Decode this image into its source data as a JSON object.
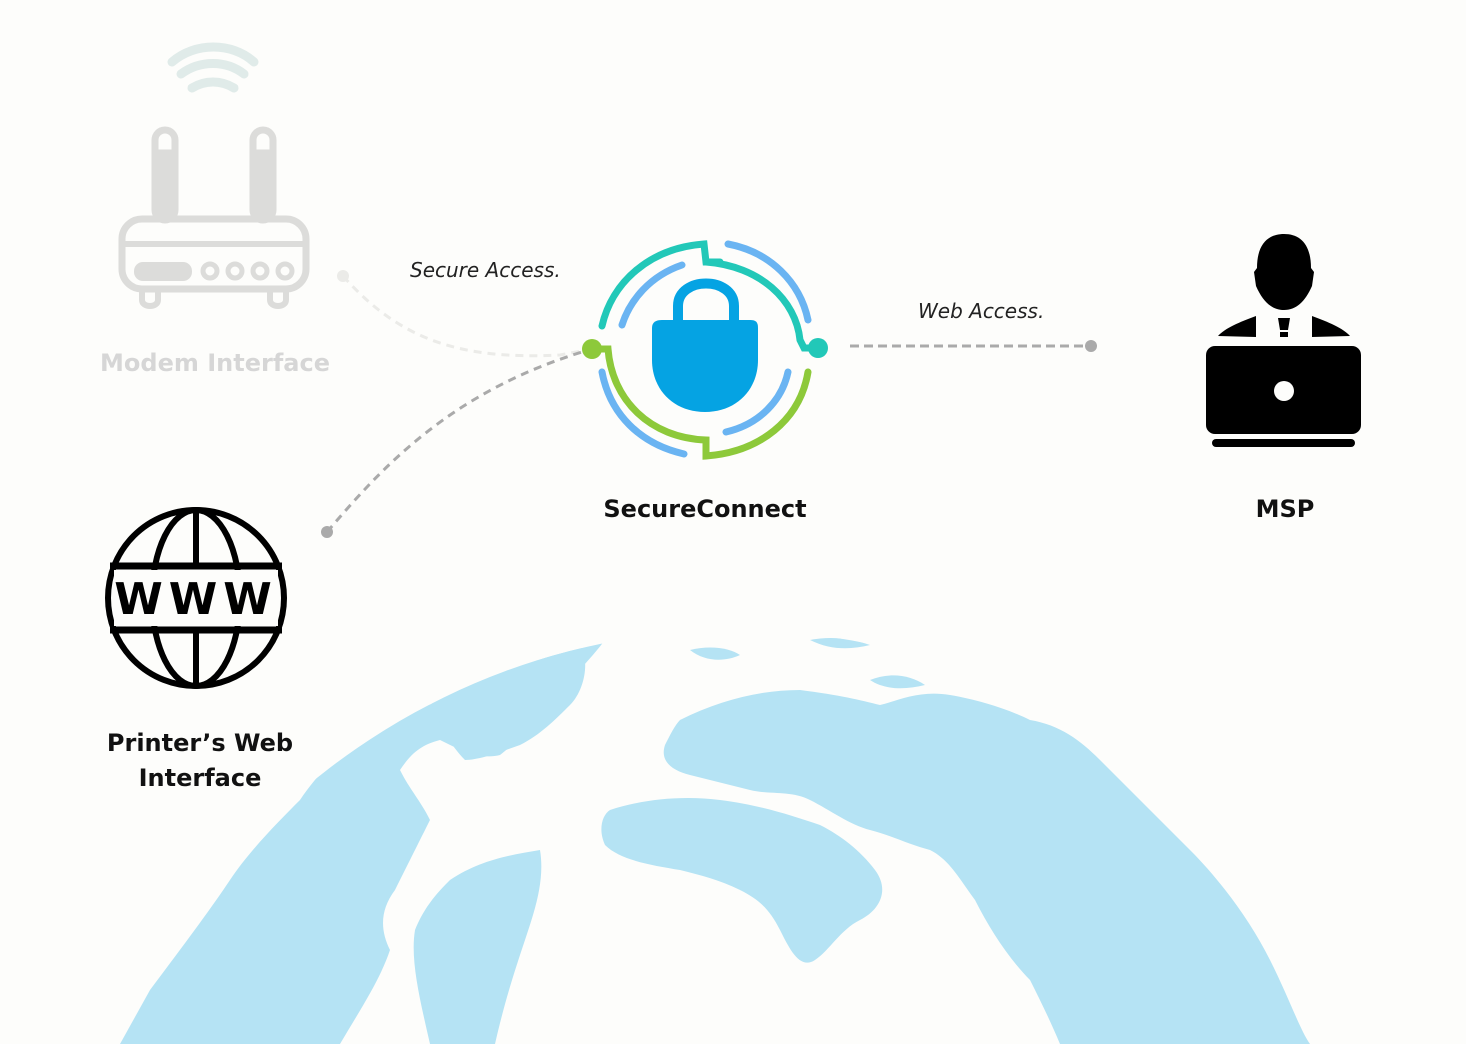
{
  "nodes": {
    "modem": {
      "label": "Modem Interface",
      "icon": "router-wifi-icon",
      "color": "#d6d6d6"
    },
    "secureconnect": {
      "label": "SecureConnect",
      "icon": "lock-circuit-icon"
    },
    "msp": {
      "label": "MSP",
      "icon": "person-laptop-icon"
    },
    "printer": {
      "label": "Printer’s Web Interface",
      "label_line1": "Printer’s Web",
      "label_line2": "Interface",
      "icon": "www-globe-icon"
    }
  },
  "edges": {
    "secure_access": {
      "label": "Secure Access.",
      "from": "modem / printer",
      "to": "secureconnect"
    },
    "web_access": {
      "label": "Web Access.",
      "from": "secureconnect",
      "to": "msp"
    }
  },
  "colors": {
    "background": "#fdfdfb",
    "lock": "#05a3e3",
    "ring_teal": "#22c8b8",
    "ring_green": "#8dc93a",
    "ring_blue": "#6ab4f2",
    "connector": "#aaaaaa",
    "map": "#b5e3f4"
  },
  "background_image": {
    "icon": "world-map-globe"
  }
}
